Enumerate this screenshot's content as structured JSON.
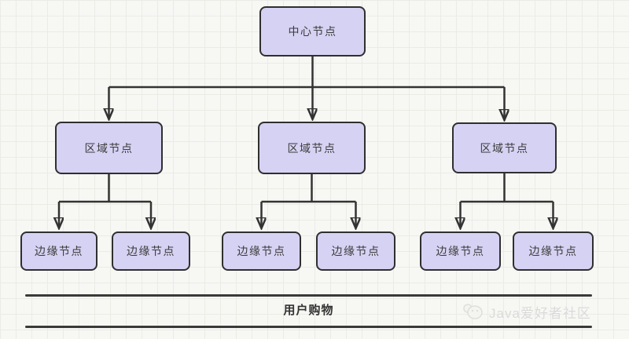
{
  "diagram": {
    "center_node": {
      "label": "中心节点"
    },
    "region_nodes": [
      {
        "label": "区域节点"
      },
      {
        "label": "区域节点"
      },
      {
        "label": "区域节点"
      }
    ],
    "edge_nodes": [
      {
        "label": "边缘节点"
      },
      {
        "label": "边缘节点"
      },
      {
        "label": "边缘节点"
      },
      {
        "label": "边缘节点"
      },
      {
        "label": "边缘节点"
      },
      {
        "label": "边缘节点"
      }
    ],
    "footer": {
      "caption": "用户购物"
    },
    "watermark": {
      "label": "Java爱好者社区",
      "icon": "mascot-logo-icon"
    }
  },
  "colors": {
    "canvas-bg": "#f7f7f4",
    "grid-line": "#ebebe6",
    "node-fill": "#d6d2f3",
    "node-border": "#2f2f2f",
    "connector": "#333333",
    "footer-line": "#3a3a3a",
    "watermark-text": "#d9d9d9"
  }
}
